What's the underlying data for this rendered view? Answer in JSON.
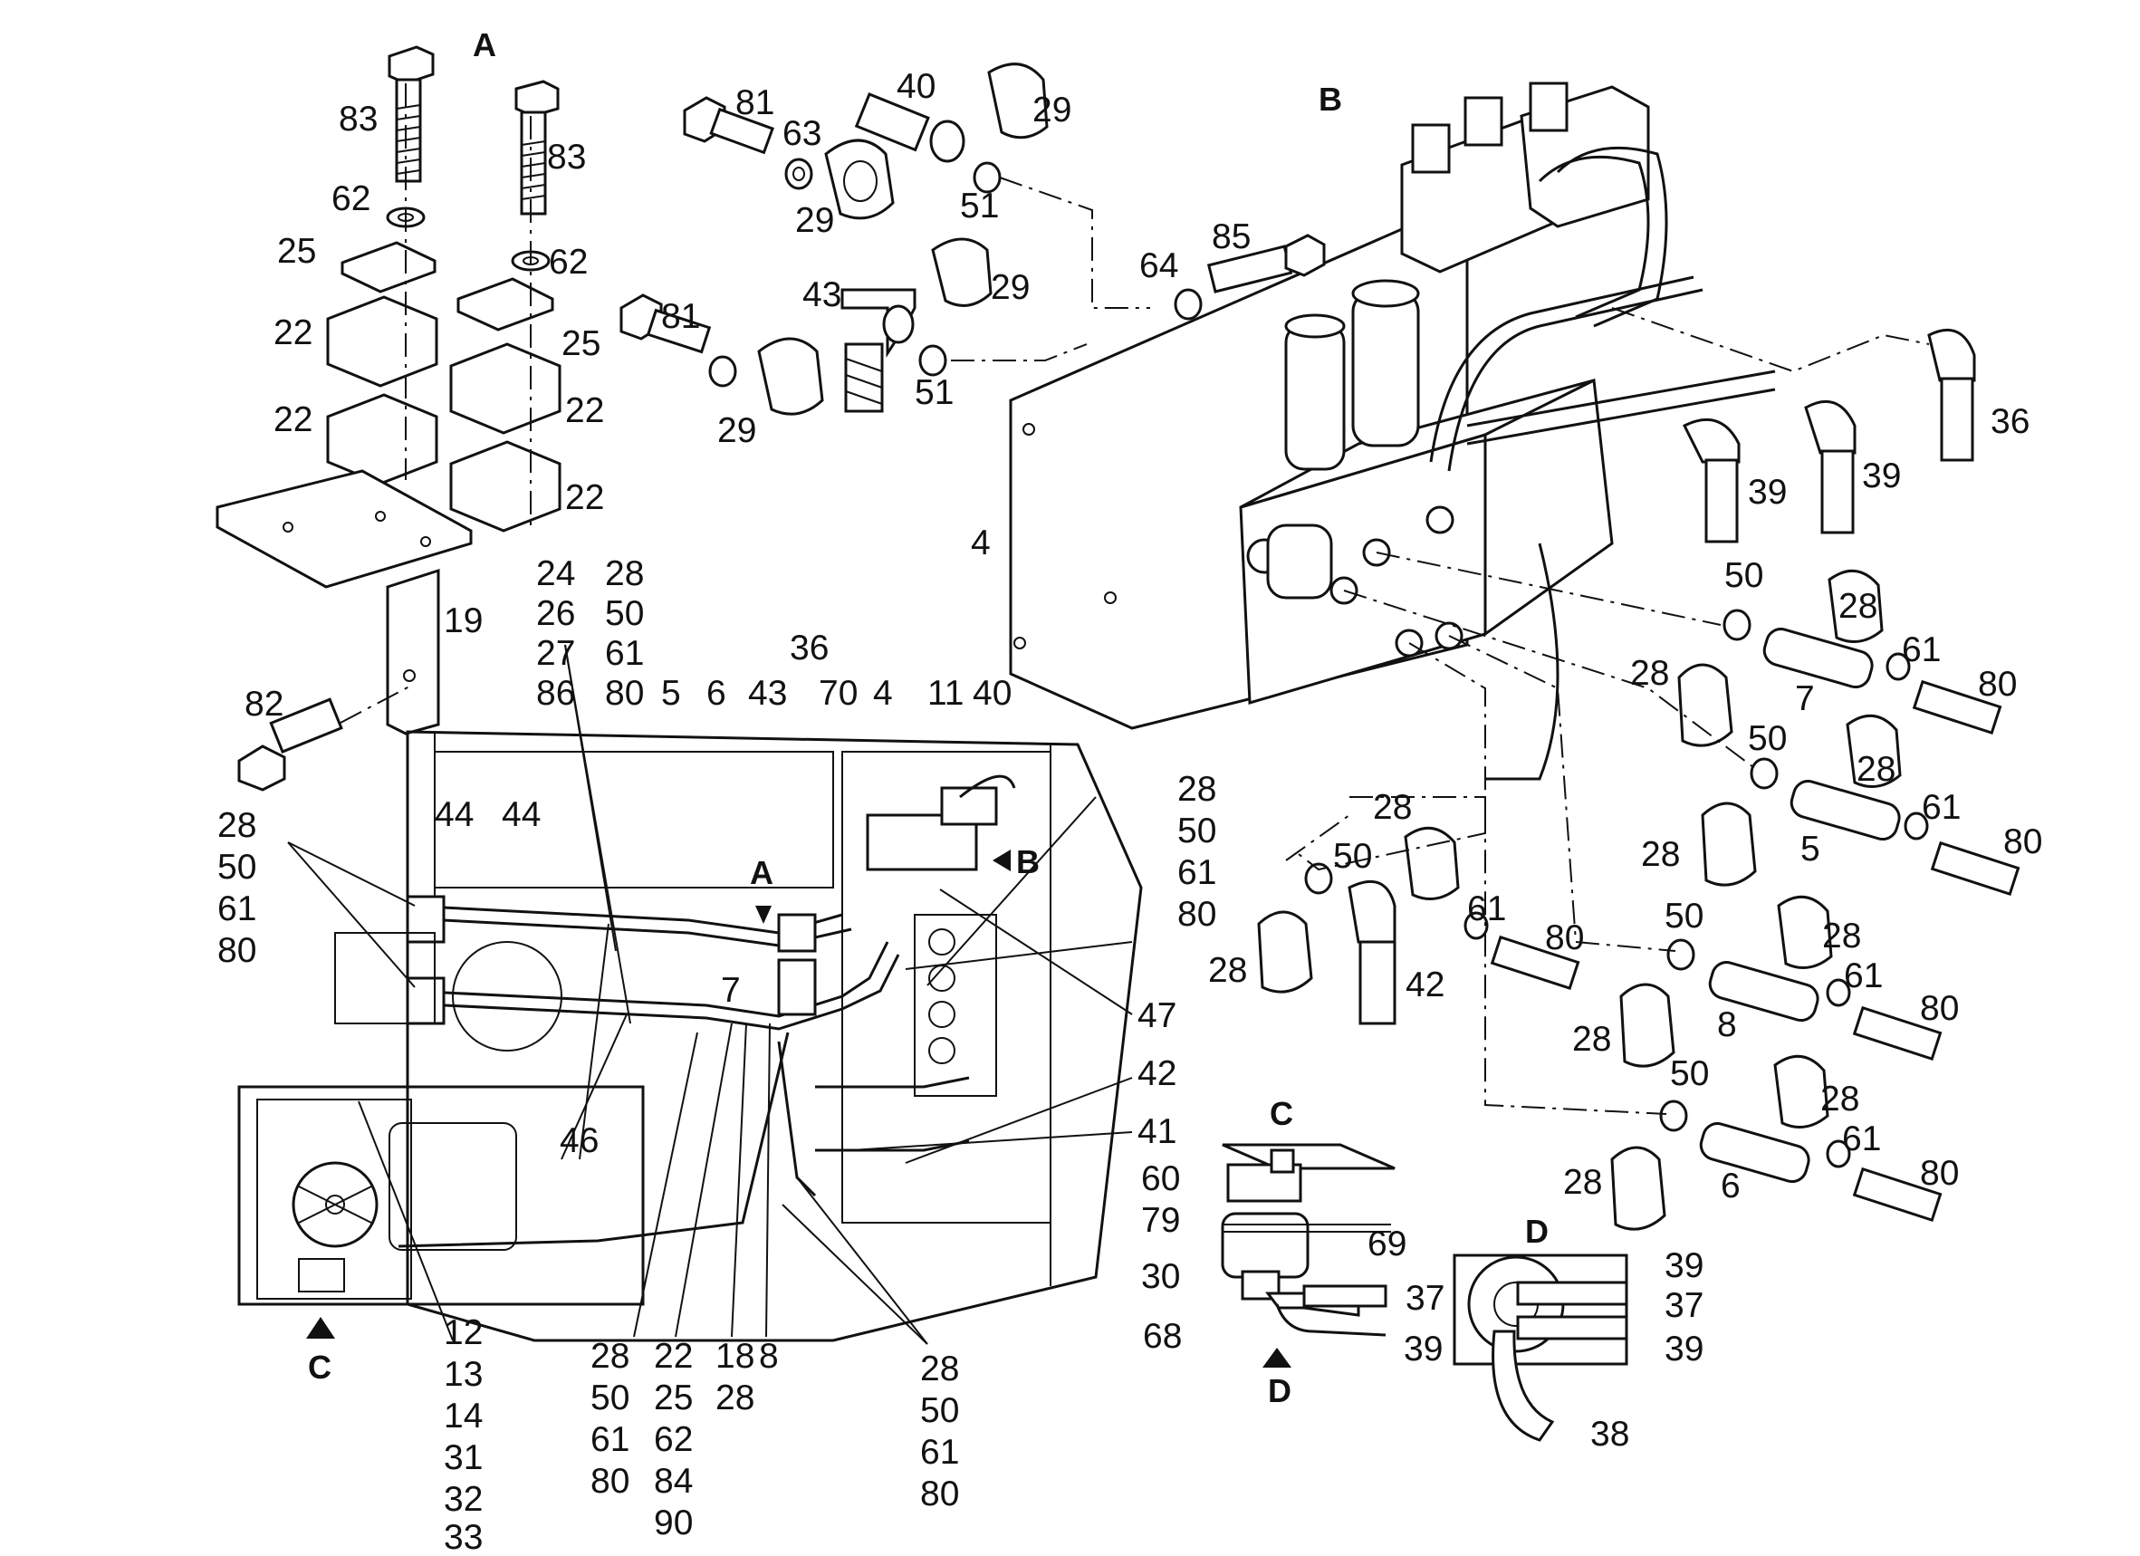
{
  "sections": {
    "A": "A",
    "B": "B",
    "C": "C",
    "D": "D"
  },
  "callouts": {
    "c83a": "83",
    "c83b": "83",
    "c62a": "62",
    "c62b": "62",
    "c25a": "25",
    "c25b": "25",
    "c22a": "22",
    "c22b": "22",
    "c22c": "22",
    "c22d": "22",
    "c19": "19",
    "c82": "82",
    "c81a": "81",
    "c81b": "81",
    "c63": "63",
    "c40a": "40",
    "c29a": "29",
    "c29b": "29",
    "c29c": "29",
    "c29d": "29",
    "c51a": "51",
    "c51b": "51",
    "c43a": "43",
    "c64": "64",
    "c85": "85",
    "c4a": "4",
    "c36a": "36",
    "c39a": "39",
    "c39b": "39",
    "c50a": "50",
    "c28a": "28",
    "c28b": "28",
    "c7a": "7",
    "c61a": "61",
    "c80a": "80",
    "c50b": "50",
    "c28c": "28",
    "c28d": "28",
    "c5a": "5",
    "c61b": "61",
    "c80b": "80",
    "c28e": "28",
    "c50c": "50",
    "c28f": "28",
    "c42a": "42",
    "c61c": "61",
    "c80c": "80",
    "c50d": "50",
    "c28g": "28",
    "c28h": "28",
    "c8a": "8",
    "c61d": "61",
    "c80d": "80",
    "c50e": "50",
    "c28i": "28",
    "c28j": "28",
    "c6a": "6",
    "c61e": "61",
    "c80e": "80"
  },
  "stack_left": [
    "28",
    "50",
    "61",
    "80"
  ],
  "stack_24": [
    "24",
    "26",
    "27",
    "86"
  ],
  "stack_28top": [
    "28",
    "50",
    "61",
    "80"
  ],
  "top_row": {
    "c5": "5",
    "c6": "6",
    "c43": "43",
    "c36": "36",
    "c70": "70",
    "c4": "4",
    "c11": "11",
    "c40": "40"
  },
  "overview": {
    "c44a": "44",
    "c44b": "44",
    "c7": "7",
    "c46": "46",
    "c47": "47",
    "c42": "42",
    "c41": "41",
    "arrowA": "A",
    "arrowB": "B",
    "arrowC": "C"
  },
  "stack_right": [
    "28",
    "50",
    "61",
    "80"
  ],
  "stack_12": [
    "12",
    "13",
    "14",
    "31",
    "32",
    "33"
  ],
  "stack_b1": [
    "28",
    "50",
    "61",
    "80"
  ],
  "stack_b2": [
    "22",
    "25",
    "62",
    "84",
    "90"
  ],
  "stack_b3": [
    "18",
    "28"
  ],
  "bottom_8": "8",
  "stack_b4": [
    "28",
    "50",
    "61",
    "80"
  ],
  "detailC": {
    "c60": "60",
    "c79": "79",
    "c30": "30",
    "c69": "69",
    "c37": "37",
    "c68": "68",
    "c39": "39",
    "arrowD": "D"
  },
  "detailD": {
    "c39a": "39",
    "c37": "37",
    "c39b": "39",
    "c38": "38"
  }
}
